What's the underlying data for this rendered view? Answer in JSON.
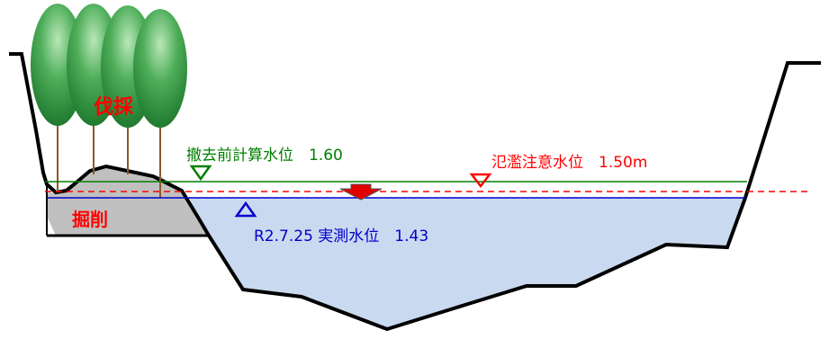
{
  "labels": {
    "tree_felling": "伐採",
    "excavation": "掘削",
    "pre_removal_level": "撤去前計算水位　1.60",
    "flood_warning_level": "氾濫注意水位　1.50m",
    "measured_level": "R2.7.25 実測水位　1.43"
  },
  "colors": {
    "pre_removal": "#008000",
    "flood_warning": "#ff0000",
    "measured": "#0000cc",
    "water_fill": "#c9d9ef",
    "excavation_fill": "#c0c0c0",
    "tree_label": "#ff0000",
    "excavation_label": "#ff0000",
    "tree_canopy": "#2e8b3a",
    "tree_trunk": "#8b5a2b",
    "down_arrow": "#e00000"
  },
  "icons": {
    "pre_removal_marker": "open-down-triangle-green",
    "flood_warning_marker": "open-down-triangle-red",
    "measured_marker": "open-up-triangle-blue",
    "water_drop_arrow": "filled-down-arrow-red"
  }
}
